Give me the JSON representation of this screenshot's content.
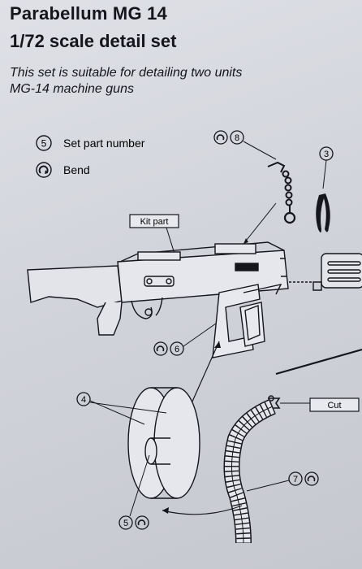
{
  "header": {
    "title": "Parabellum MG 14",
    "subtitle": "1/72 scale detail set",
    "description": "This set is suitable for detailing two units MG-14 machine guns"
  },
  "legend": {
    "part_number_symbol": "5",
    "part_number_label": "Set part number",
    "bend_label": "Bend"
  },
  "callouts": {
    "kit_part": "Kit part",
    "cut": "Cut",
    "part_3": "3",
    "part_4": "4",
    "part_5": "5",
    "part_6": "6",
    "part_7": "7",
    "part_8": "8"
  }
}
